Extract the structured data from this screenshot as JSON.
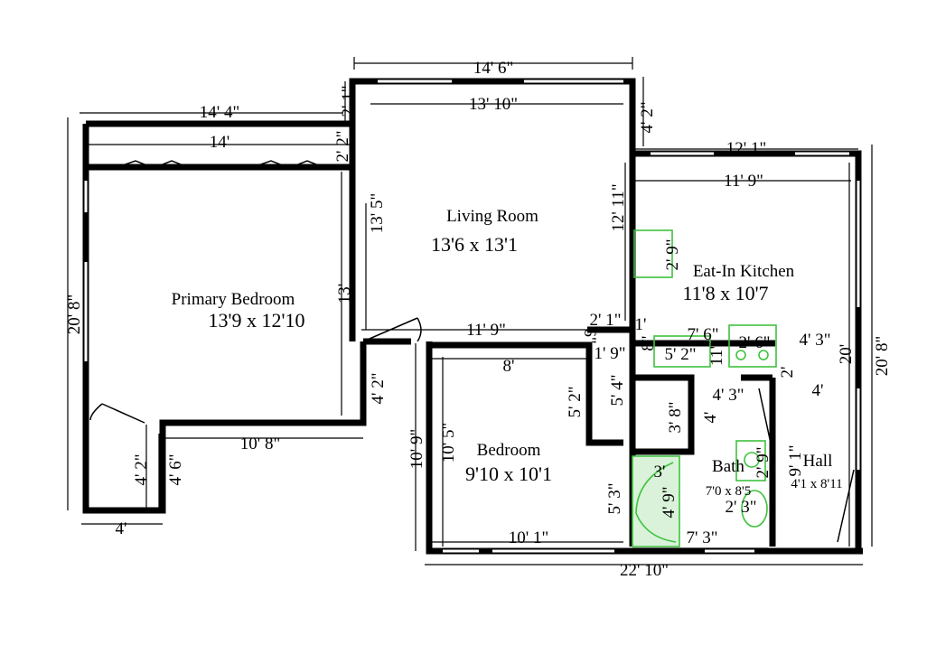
{
  "rooms": {
    "primary_bedroom": {
      "name": "Primary Bedroom",
      "size": "13'9 x 12'10"
    },
    "living_room": {
      "name": "Living Room",
      "size": "13'6 x 13'1"
    },
    "kitchen": {
      "name": "Eat-In Kitchen",
      "size": "11'8 x 10'7"
    },
    "bedroom": {
      "name": "Bedroom",
      "size": "9'10 x 10'1"
    },
    "bath": {
      "name": "Bath",
      "size": "7'0 x 8'5"
    },
    "hall": {
      "name": "Hall",
      "size": "4'1 x 8'11"
    }
  },
  "dimensions": {
    "top_living": "14' 6\"",
    "living_inner": "13' 10\"",
    "primary_outer": "14' 4\"",
    "primary_closet": "14'",
    "top_step": "2' 1\"",
    "closet_depth": "2' 2\"",
    "living_height": "13' 5\"",
    "primary_right": "13'",
    "living_right": "12' 11\"",
    "kitchen_step": "4' 2\"",
    "kitchen_outer": "12' 1\"",
    "kitchen_inner": "11' 9\"",
    "living_bottom": "11' 9\"",
    "left_total": "20' 8\"",
    "right_total": "20' 8\"",
    "kitchen_right": "20'",
    "living_to_bed": "2' 1\"",
    "closet_small": "6\"",
    "bed_width": "8'",
    "bed_closet": "1' 9\"",
    "hall_step": "4' 2\"",
    "primary_bottom": "10' 8\"",
    "bed_left": "10' 9\"",
    "bed_inner": "10' 5\"",
    "bed_closet_h": "5' 2\"",
    "bath_left": "5' 4\"",
    "bed_right": "5' 3\"",
    "bed_bottom": "10' 1\"",
    "total_bottom": "22' 10\"",
    "closet_h1": "4' 2\"",
    "closet_h2": "4' 6\"",
    "closet_w": "4'",
    "kitchen_counter": "7' 6\"",
    "kitchen_sink": "5' 2\"",
    "kitchen_stove": "2' 6\"",
    "kitchen_side": "4' 3\"",
    "kitchen_1": "1'",
    "kitchen_8": "8\"",
    "kitchen_11": "11\"",
    "kitchen_fridge": "2' 9\"",
    "hall_4": "4'",
    "hall_2": "2'",
    "bath_4_3": "4' 3\"",
    "bath_3_8": "3' 8\"",
    "bath_4": "4'",
    "bath_9_1": "9' 1\"",
    "bath_2_9": "2' 9\"",
    "bath_3": "3'",
    "bath_4_9": "4' 9\"",
    "bath_2_3": "2' 3\"",
    "bath_7_3": "7' 3\""
  },
  "colors": {
    "walls": "#000000",
    "fixtures": "#3ec23e"
  }
}
